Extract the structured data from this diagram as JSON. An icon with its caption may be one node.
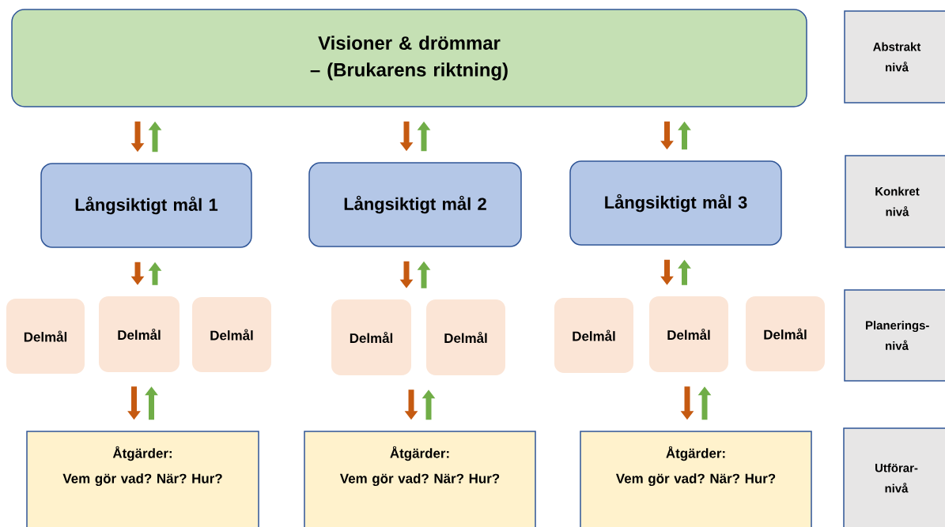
{
  "diagram": {
    "nodes": [
      {
        "text": [
          "Visioner & drömmar – (Brukarens riktning)"
        ]
      },
      {
        "text": [
          "Långsiktigt mål 1"
        ]
      },
      {
        "text": [
          "Långsiktigt mål 2"
        ]
      },
      {
        "text": [
          "Långsiktigt mål 3"
        ]
      },
      {
        "text": [
          "Delmål"
        ]
      },
      {
        "text": [
          "Delmål"
        ]
      },
      {
        "text": [
          "Delmål"
        ]
      },
      {
        "text": [
          "Delmål"
        ]
      },
      {
        "text": [
          "Delmål"
        ]
      },
      {
        "text": [
          "Delmål"
        ]
      },
      {
        "text": [
          "Delmål"
        ]
      },
      {
        "text": [
          "Delmål"
        ]
      },
      {
        "text": [
          "Åtgärder:",
          "Vem gör vad? När? Hur?"
        ]
      },
      {
        "text": [
          "Åtgärder:",
          "Vem gör vad? När? Hur?"
        ]
      },
      {
        "text": [
          "Åtgärder:",
          "Vem gör vad? När? Hur?"
        ]
      },
      {
        "text": [
          "Abstrakt nivå"
        ]
      },
      {
        "text": [
          "Konkret nivå"
        ]
      },
      {
        "text": [
          "Planerings- nivå"
        ]
      },
      {
        "text": [
          "Utförar- nivå"
        ]
      }
    ],
    "edges": [
      {
        "from": 0,
        "to": 1,
        "arrow": "to",
        "color": "#c55a11"
      },
      {
        "from": 1,
        "to": 0,
        "arrow": "to",
        "color": "#70ad47"
      },
      {
        "from": 0,
        "to": 2,
        "arrow": "to",
        "color": "#c55a11"
      },
      {
        "from": 2,
        "to": 0,
        "arrow": "to",
        "color": "#70ad47"
      },
      {
        "from": 0,
        "to": 3,
        "arrow": "to",
        "color": "#c55a11"
      },
      {
        "from": 3,
        "to": 0,
        "arrow": "to",
        "color": "#70ad47"
      },
      {
        "from": 1,
        "to": 5,
        "arrow": "to",
        "color": "#c55a11"
      },
      {
        "from": 5,
        "to": 1,
        "arrow": "to",
        "color": "#70ad47"
      },
      {
        "from": 2,
        "to": 7,
        "arrow": "to",
        "color": "#c55a11"
      },
      {
        "from": 8,
        "to": 2,
        "arrow": "to",
        "color": "#70ad47"
      },
      {
        "from": 3,
        "to": 10,
        "arrow": "to",
        "color": "#c55a11"
      },
      {
        "from": 10,
        "to": 3,
        "arrow": "to",
        "color": "#70ad47"
      },
      {
        "from": 5,
        "to": 12,
        "arrow": "to",
        "color": "#c55a11"
      },
      {
        "from": 12,
        "to": 5,
        "arrow": "to",
        "color": "#70ad47"
      },
      {
        "from": 7,
        "to": 13,
        "arrow": "to",
        "color": "#c55a11"
      },
      {
        "from": 13,
        "to": 8,
        "arrow": "to",
        "color": "#70ad47"
      },
      {
        "from": 10,
        "to": 14,
        "arrow": "to",
        "color": "#c55a11"
      },
      {
        "from": 14,
        "to": 10,
        "arrow": "to",
        "color": "#70ad47"
      }
    ]
  }
}
